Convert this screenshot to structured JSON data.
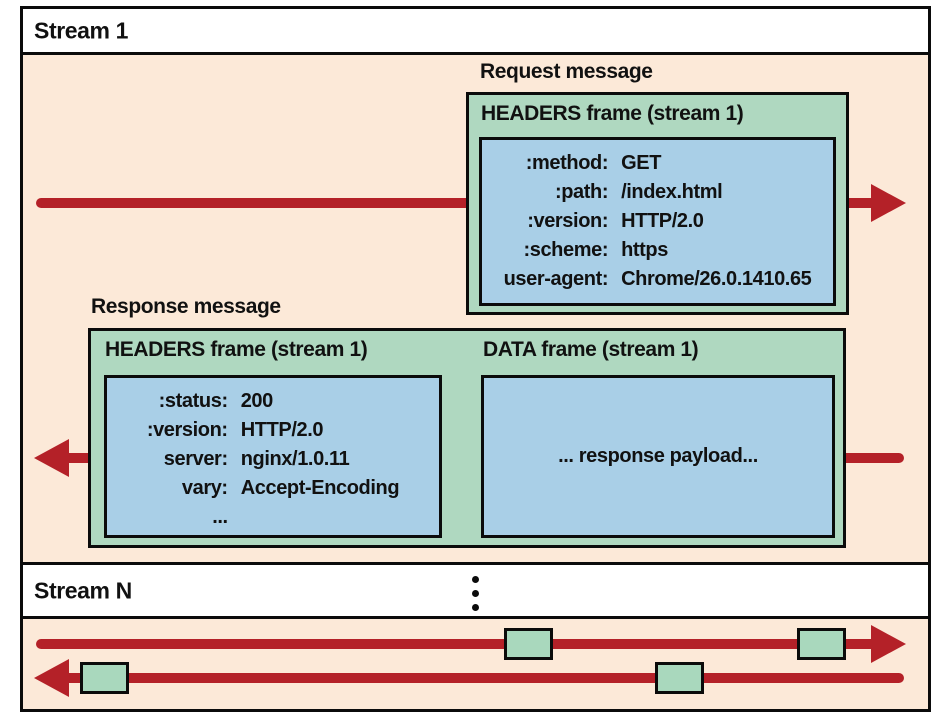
{
  "palette": {
    "background_peach": "#fce9d8",
    "frame_green": "#afd8c0",
    "payload_blue": "#a9cfe7",
    "arrow_red": "#b42128",
    "border_black": "#0b0b0b"
  },
  "stream1": {
    "label": "Stream 1",
    "request": {
      "message_label": "Request message",
      "frame_title": "HEADERS frame (stream 1)",
      "headers": [
        {
          "key": ":method:",
          "value": "GET"
        },
        {
          "key": ":path:",
          "value": "/index.html"
        },
        {
          "key": ":version:",
          "value": "HTTP/2.0"
        },
        {
          "key": ":scheme:",
          "value": "https"
        },
        {
          "key": "user-agent:",
          "value": "Chrome/26.0.1410.65"
        }
      ]
    },
    "response": {
      "message_label": "Response message",
      "headers_frame_title": "HEADERS frame (stream 1)",
      "headers": [
        {
          "key": ":status:",
          "value": "200"
        },
        {
          "key": ":version:",
          "value": "HTTP/2.0"
        },
        {
          "key": "server:",
          "value": "nginx/1.0.11"
        },
        {
          "key": "vary:",
          "value": "Accept-Encoding"
        },
        {
          "key": "...",
          "value": ""
        }
      ],
      "data_frame_title": "DATA frame (stream 1)",
      "data_frame_body": "... response payload..."
    }
  },
  "streamN": {
    "label": "Stream N"
  }
}
